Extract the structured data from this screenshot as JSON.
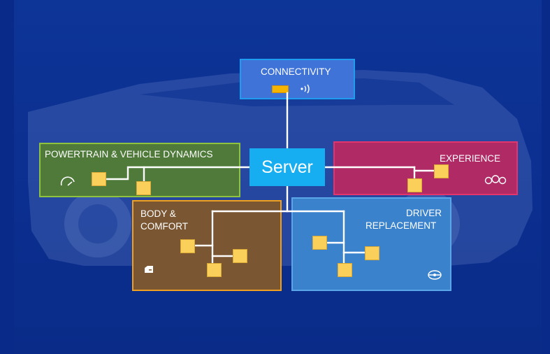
{
  "server": {
    "label": "Server"
  },
  "zones": {
    "connectivity": {
      "title": "CONNECTIVITY"
    },
    "powertrain": {
      "title": "POWERTRAIN & VEHICLE DYNAMICS"
    },
    "experience": {
      "title": "EXPERIENCE"
    },
    "body": {
      "title_line1": "BODY &",
      "title_line2": "COMFORT"
    },
    "driver": {
      "title_line1": "DRIVER",
      "title_line2": "REPLACEMENT"
    }
  },
  "icons": {
    "connectivity": "wifi-signal-icon",
    "powertrain": "speedometer-icon",
    "experience": "infotainment-icon",
    "body": "car-door-icon",
    "driver": "steering-wheel-icon"
  },
  "colors": {
    "background": "#0a2a8a",
    "server": "#16aef0",
    "connectivity": "#3f73d8",
    "powertrain": "#4f7a3a",
    "experience": "#b02a66",
    "body": "#7a5632",
    "driver": "#3a82cc",
    "node": "#fbd05a",
    "wire": "#ffffff"
  }
}
